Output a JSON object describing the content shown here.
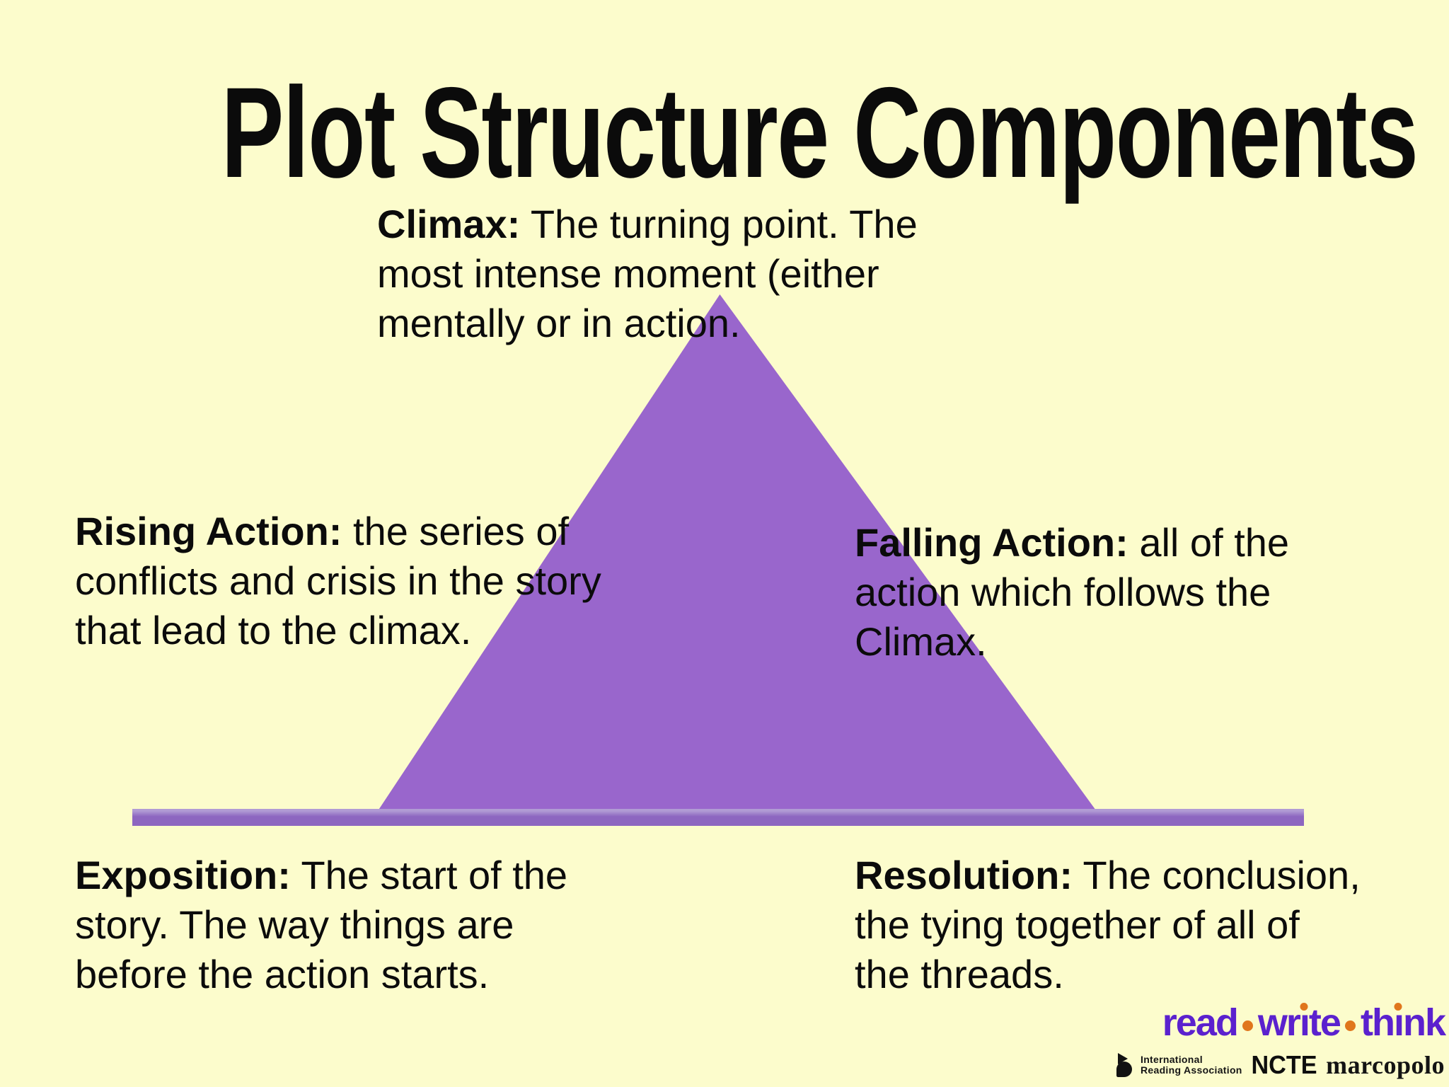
{
  "slide": {
    "title": "Plot Structure Components",
    "background_color": "#FCFCCC",
    "triangle_color": "#9966CC",
    "baseline_color": "#8D66C0",
    "text_color": "#0B0B0B"
  },
  "blocks": {
    "climax": {
      "label": "Climax:",
      "text": " The turning point.  The\nmost intense moment (either\nmentally or in action."
    },
    "rising": {
      "label": "Rising Action:",
      "text": " the series of\nconflicts and crisis in the story\nthat lead to the climax."
    },
    "falling": {
      "label": "Falling Action:",
      "text": " all of the\naction which follows the\nClimax."
    },
    "exposition": {
      "label": "Exposition:",
      "text": "  The start of the\nstory.  The way things are\nbefore the action starts."
    },
    "resolution": {
      "label": "Resolution:",
      "text": " The conclusion,\nthe tying together of all of\nthe threads."
    }
  },
  "logo": {
    "words": [
      "read",
      "write",
      "think"
    ],
    "text_color": "#5B21CE",
    "dot_color": "#E0761C",
    "partners": {
      "ira_line1": "International",
      "ira_line2": "Reading Association",
      "ncte": "NCTE",
      "marcopolo": "marcopolo"
    }
  }
}
